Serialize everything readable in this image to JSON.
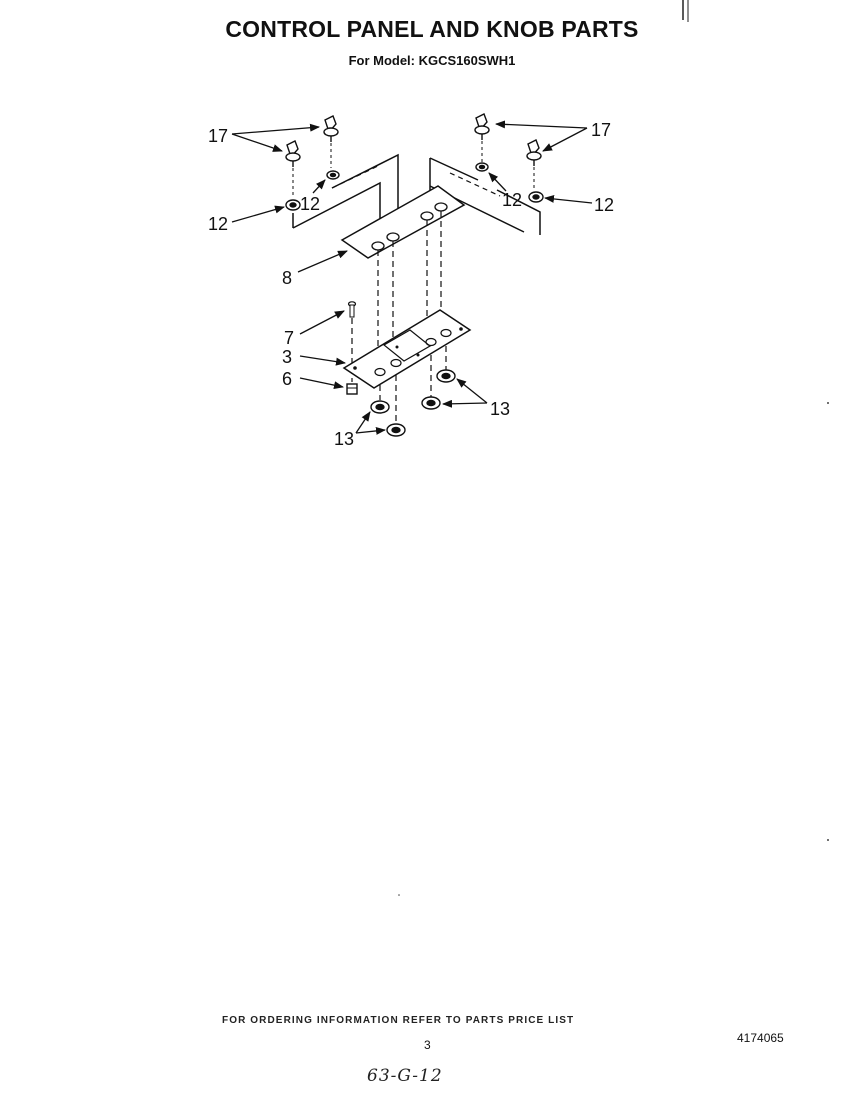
{
  "title": "CONTROL PANEL AND KNOB PARTS",
  "subtitle": "For Model: KGCS160SWH1",
  "callouts": {
    "c17_left": "17",
    "c17_right": "17",
    "c12_left_outer": "12",
    "c12_left_inner": "12",
    "c12_right_inner": "12",
    "c12_right_outer": "12",
    "c8": "8",
    "c7": "7",
    "c3": "3",
    "c6": "6",
    "c13_left": "13",
    "c13_right": "13"
  },
  "footer": {
    "ordering_note": "FOR ORDERING INFORMATION REFER TO PARTS PRICE LIST",
    "page_number": "3",
    "document_number": "4174065",
    "handwritten_note": "63-G-12"
  }
}
